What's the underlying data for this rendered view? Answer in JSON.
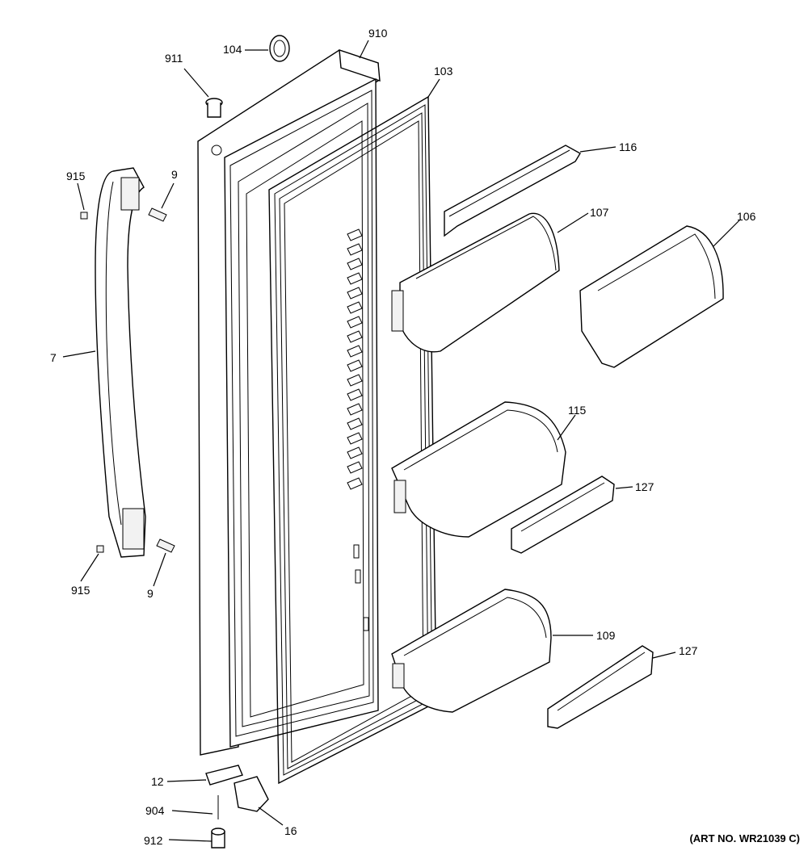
{
  "diagram": {
    "art_number": "(ART NO. WR21039 C)",
    "callouts": [
      {
        "id": "910",
        "text": "910"
      },
      {
        "id": "104",
        "text": "104"
      },
      {
        "id": "911",
        "text": "911"
      },
      {
        "id": "103",
        "text": "103"
      },
      {
        "id": "116",
        "text": "116"
      },
      {
        "id": "915a",
        "text": "915"
      },
      {
        "id": "9a",
        "text": "9"
      },
      {
        "id": "107",
        "text": "107"
      },
      {
        "id": "106",
        "text": "106"
      },
      {
        "id": "7",
        "text": "7"
      },
      {
        "id": "115",
        "text": "115"
      },
      {
        "id": "127a",
        "text": "127"
      },
      {
        "id": "915b",
        "text": "915"
      },
      {
        "id": "9b",
        "text": "9"
      },
      {
        "id": "109",
        "text": "109"
      },
      {
        "id": "127b",
        "text": "127"
      },
      {
        "id": "12",
        "text": "12"
      },
      {
        "id": "904",
        "text": "904"
      },
      {
        "id": "16",
        "text": "16"
      },
      {
        "id": "912",
        "text": "912"
      }
    ]
  }
}
